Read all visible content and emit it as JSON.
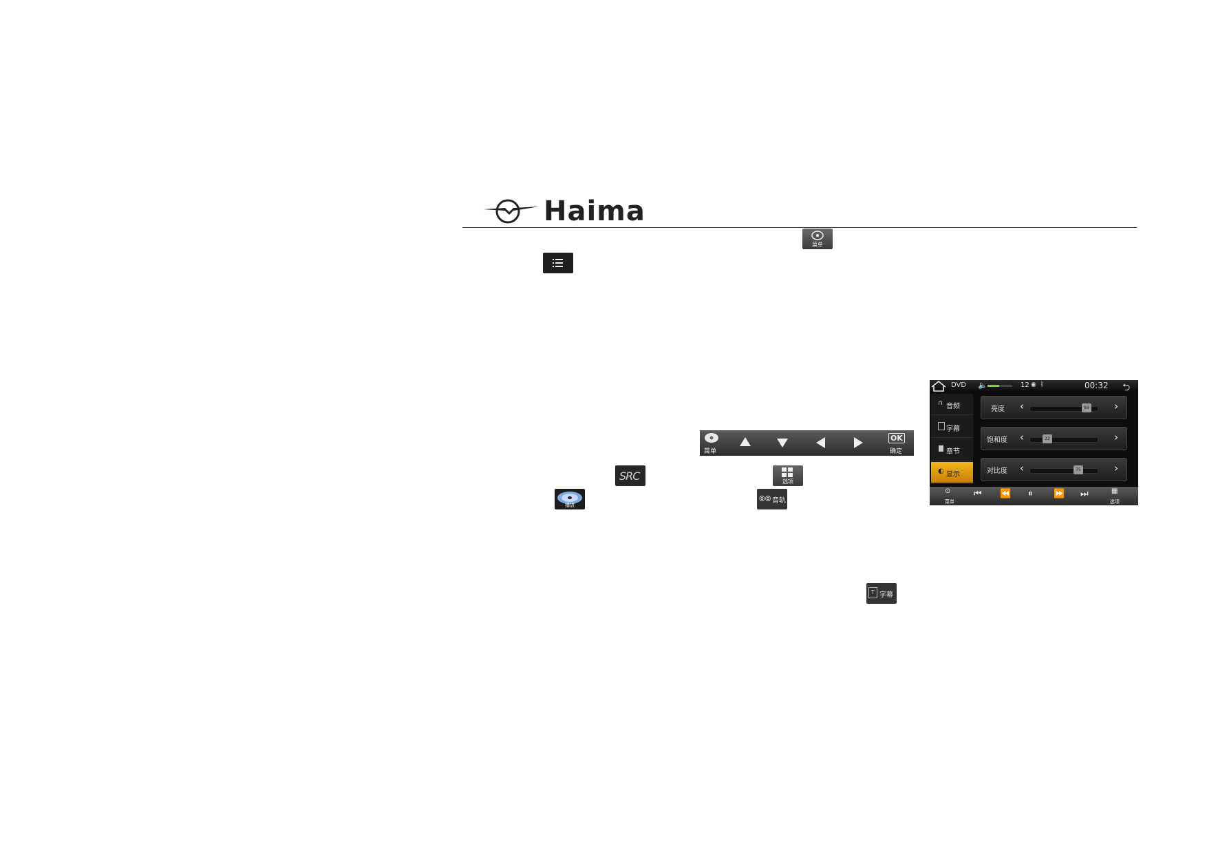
{
  "header": {
    "brand_wordmark": "Haima",
    "logo_icon": "haima-wing-emblem"
  },
  "inline_icons": {
    "menu_button": {
      "caption": "菜单",
      "icon": "disc-icon"
    },
    "list_button": {
      "icon": "list-icon"
    },
    "src_button": {
      "label": "SRC"
    },
    "options_button": {
      "caption": "选项",
      "icon": "grid-icon"
    },
    "disc_button": {
      "caption": "播放",
      "icon": "disc-icon"
    },
    "audio_track_button": {
      "label": "音轨",
      "icon": "audio-icon"
    },
    "subtitle_button": {
      "label": "字幕",
      "icon": "subtitle-icon"
    }
  },
  "dvd_nav_toolbar": {
    "menu_label": "菜单",
    "ok_glyph": "OK",
    "ok_label": "确定",
    "arrows": [
      "up",
      "down",
      "left",
      "right"
    ]
  },
  "dvd_screen": {
    "status_bar": {
      "source": "DVD",
      "volume": "12",
      "clock": "00:32"
    },
    "sidebar": [
      {
        "label": "音频",
        "icon": "headphones-icon",
        "active": false
      },
      {
        "label": "字幕",
        "icon": "subtitle-icon",
        "active": false
      },
      {
        "label": "章节",
        "icon": "chapter-icon",
        "active": false
      },
      {
        "label": "显示",
        "icon": "contrast-icon",
        "active": true
      }
    ],
    "settings": [
      {
        "label": "亮度",
        "value": "89",
        "fraction": 0.89
      },
      {
        "label": "饱和度",
        "value": "22",
        "fraction": 0.22
      },
      {
        "label": "对比度",
        "value": "75",
        "fraction": 0.75
      }
    ],
    "controls": {
      "menu_caption": "菜单",
      "options_caption": "选项"
    },
    "colors": {
      "active_tab": "#f2b51b",
      "volume_bar": "#7ed321"
    }
  }
}
